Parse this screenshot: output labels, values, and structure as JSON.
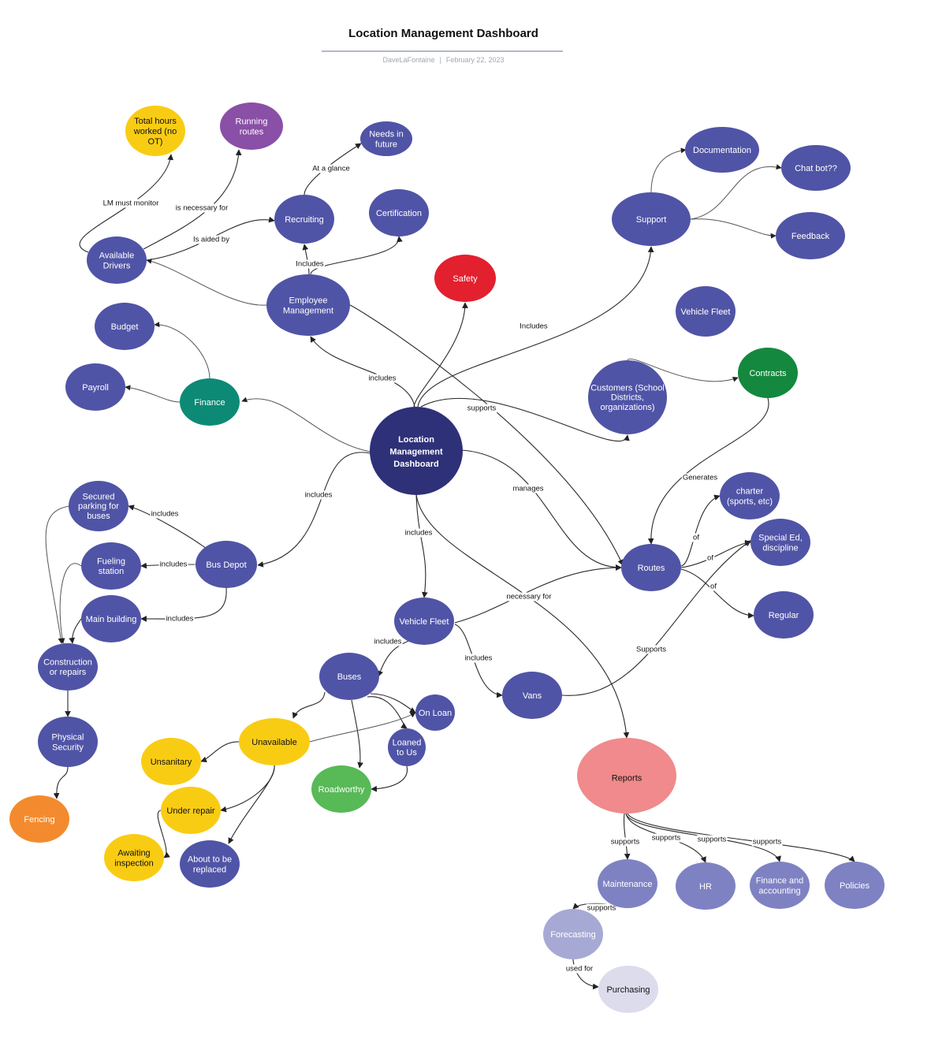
{
  "header": {
    "title": "Location Management Dashboard",
    "author": "DaveLaFontaine",
    "separator": "|",
    "date": "February 22, 2023"
  },
  "colors": {
    "indigo": "#5054a6",
    "navy": "#2e3178",
    "purple": "#8a4fa6",
    "yellow": "#f9cc14",
    "red": "#e3202e",
    "green_dark": "#14883e",
    "green_light": "#58b957",
    "teal": "#0c8a76",
    "orange": "#f38b2e",
    "pink": "#f08a8c",
    "lavender": "#7f82c2",
    "lavender_light": "#a7a9d5",
    "lavender_pale": "#dcdced"
  },
  "nodes": [
    {
      "id": "lmd",
      "label": "Location Management Dashboard",
      "color": "navy"
    },
    {
      "id": "total_hours",
      "label": "Total hours worked (no OT)",
      "color": "yellow"
    },
    {
      "id": "running_routes",
      "label": "Running routes",
      "color": "purple"
    },
    {
      "id": "needs_future",
      "label": "Needs in future",
      "color": "indigo"
    },
    {
      "id": "recruiting",
      "label": "Recruiting",
      "color": "indigo"
    },
    {
      "id": "certification",
      "label": "Certification",
      "color": "indigo"
    },
    {
      "id": "available_drivers",
      "label": "Available Drivers",
      "color": "indigo"
    },
    {
      "id": "employee_mgmt",
      "label": "Employee Management",
      "color": "indigo"
    },
    {
      "id": "safety",
      "label": "Safety",
      "color": "red"
    },
    {
      "id": "budget",
      "label": "Budget",
      "color": "indigo"
    },
    {
      "id": "payroll",
      "label": "Payroll",
      "color": "indigo"
    },
    {
      "id": "finance",
      "label": "Finance",
      "color": "teal"
    },
    {
      "id": "documentation",
      "label": "Documentation",
      "color": "indigo"
    },
    {
      "id": "chatbot",
      "label": "Chat bot??",
      "color": "indigo"
    },
    {
      "id": "support",
      "label": "Support",
      "color": "indigo"
    },
    {
      "id": "feedback",
      "label": "Feedback",
      "color": "indigo"
    },
    {
      "id": "vehicle_fleet_top",
      "label": "Vehicle Fleet",
      "color": "indigo"
    },
    {
      "id": "customers",
      "label": "Customers (School Districts, organizations)",
      "color": "indigo"
    },
    {
      "id": "contracts",
      "label": "Contracts",
      "color": "green_dark"
    },
    {
      "id": "charter",
      "label": "charter (sports, etc)",
      "color": "indigo"
    },
    {
      "id": "special_ed",
      "label": "Special Ed, discipline",
      "color": "indigo"
    },
    {
      "id": "routes",
      "label": "Routes",
      "color": "indigo"
    },
    {
      "id": "regular",
      "label": "Regular",
      "color": "indigo"
    },
    {
      "id": "secured_parking",
      "label": "Secured parking for buses",
      "color": "indigo"
    },
    {
      "id": "bus_depot",
      "label": "Bus Depot",
      "color": "indigo"
    },
    {
      "id": "fueling",
      "label": "Fueling station",
      "color": "indigo"
    },
    {
      "id": "main_building",
      "label": "Main building",
      "color": "indigo"
    },
    {
      "id": "construction",
      "label": "Construction or repairs",
      "color": "indigo"
    },
    {
      "id": "physical_security",
      "label": "Physical Security",
      "color": "indigo"
    },
    {
      "id": "fencing",
      "label": "Fencing",
      "color": "orange"
    },
    {
      "id": "vehicle_fleet",
      "label": "Vehicle Fleet",
      "color": "indigo"
    },
    {
      "id": "buses",
      "label": "Buses",
      "color": "indigo"
    },
    {
      "id": "vans",
      "label": "Vans",
      "color": "indigo"
    },
    {
      "id": "on_loan",
      "label": "On Loan",
      "color": "indigo"
    },
    {
      "id": "loaned_to_us",
      "label": "Loaned to Us",
      "color": "indigo"
    },
    {
      "id": "unavailable",
      "label": "Unavailable",
      "color": "yellow"
    },
    {
      "id": "unsanitary",
      "label": "Unsanitary",
      "color": "yellow"
    },
    {
      "id": "roadworthy",
      "label": "Roadworthy",
      "color": "green_light"
    },
    {
      "id": "under_repair",
      "label": "Under repair",
      "color": "yellow"
    },
    {
      "id": "awaiting_inspection",
      "label": "Awaiting inspection",
      "color": "yellow"
    },
    {
      "id": "about_replaced",
      "label": "About to be replaced",
      "color": "indigo"
    },
    {
      "id": "reports",
      "label": "Reports",
      "color": "pink"
    },
    {
      "id": "maintenance",
      "label": "Maintenance",
      "color": "lavender"
    },
    {
      "id": "hr",
      "label": "HR",
      "color": "lavender"
    },
    {
      "id": "finance_accounting",
      "label": "Finance and accounting",
      "color": "lavender"
    },
    {
      "id": "policies",
      "label": "Policies",
      "color": "lavender"
    },
    {
      "id": "forecasting",
      "label": "Forecasting",
      "color": "lavender_light"
    },
    {
      "id": "purchasing",
      "label": "Purchasing",
      "color": "lavender_pale"
    }
  ],
  "edges": [
    {
      "id": "lmd_safety",
      "from": "lmd",
      "to": "safety",
      "label": ""
    },
    {
      "id": "lmd_employee",
      "from": "lmd",
      "to": "employee_mgmt",
      "label": "includes"
    },
    {
      "id": "lmd_support",
      "from": "lmd",
      "to": "support",
      "label": "Includes"
    },
    {
      "id": "lmd_customers",
      "from": "lmd",
      "to": "customers",
      "label": ""
    },
    {
      "id": "lmd_finance",
      "from": "lmd",
      "to": "finance",
      "label": ""
    },
    {
      "id": "lmd_busdepot",
      "from": "lmd",
      "to": "bus_depot",
      "label": "includes"
    },
    {
      "id": "lmd_vehiclefleet",
      "from": "lmd",
      "to": "vehicle_fleet",
      "label": "includes"
    },
    {
      "id": "lmd_routes",
      "from": "lmd",
      "to": "routes",
      "label": "manages"
    },
    {
      "id": "lmd_reports",
      "from": "lmd",
      "to": "reports",
      "label": ""
    },
    {
      "id": "employee_routes",
      "from": "employee_mgmt",
      "to": "routes",
      "label": "supports"
    },
    {
      "id": "employee_recruiting",
      "from": "employee_mgmt",
      "to": "recruiting",
      "label": "Includes"
    },
    {
      "id": "employee_certification",
      "from": "employee_mgmt",
      "to": "certification",
      "label": ""
    },
    {
      "id": "employee_drivers",
      "from": "employee_mgmt",
      "to": "available_drivers",
      "label": ""
    },
    {
      "id": "recruiting_needs",
      "from": "recruiting",
      "to": "needs_future",
      "label": "At a glance"
    },
    {
      "id": "drivers_recruiting",
      "from": "available_drivers",
      "to": "recruiting",
      "label": "Is aided by"
    },
    {
      "id": "drivers_running",
      "from": "available_drivers",
      "to": "running_routes",
      "label": "is necessary for"
    },
    {
      "id": "drivers_hours",
      "from": "available_drivers",
      "to": "total_hours",
      "label": "LM must monitor"
    },
    {
      "id": "finance_budget",
      "from": "finance",
      "to": "budget",
      "label": ""
    },
    {
      "id": "finance_payroll",
      "from": "finance",
      "to": "payroll",
      "label": ""
    },
    {
      "id": "support_docs",
      "from": "support",
      "to": "documentation",
      "label": ""
    },
    {
      "id": "support_chatbot",
      "from": "support",
      "to": "chatbot",
      "label": ""
    },
    {
      "id": "support_feedback",
      "from": "support",
      "to": "feedback",
      "label": ""
    },
    {
      "id": "customers_contracts",
      "from": "customers",
      "to": "contracts",
      "label": ""
    },
    {
      "id": "contracts_routes",
      "from": "contracts",
      "to": "routes",
      "label": "Generates"
    },
    {
      "id": "routes_charter",
      "from": "routes",
      "to": "charter",
      "label": "of"
    },
    {
      "id": "routes_special",
      "from": "routes",
      "to": "special_ed",
      "label": "of"
    },
    {
      "id": "routes_regular",
      "from": "routes",
      "to": "regular",
      "label": "of"
    },
    {
      "id": "depot_parking",
      "from": "bus_depot",
      "to": "secured_parking",
      "label": "includes"
    },
    {
      "id": "depot_fueling",
      "from": "bus_depot",
      "to": "fueling",
      "label": "includes"
    },
    {
      "id": "depot_main",
      "from": "bus_depot",
      "to": "main_building",
      "label": "includes"
    },
    {
      "id": "parking_construction",
      "from": "secured_parking",
      "to": "construction",
      "label": ""
    },
    {
      "id": "fueling_construction",
      "from": "fueling",
      "to": "construction",
      "label": ""
    },
    {
      "id": "main_construction",
      "from": "main_building",
      "to": "construction",
      "label": ""
    },
    {
      "id": "construction_security",
      "from": "construction",
      "to": "physical_security",
      "label": ""
    },
    {
      "id": "security_fencing",
      "from": "physical_security",
      "to": "fencing",
      "label": ""
    },
    {
      "id": "fleet_routes",
      "from": "vehicle_fleet",
      "to": "routes",
      "label": "necessary for"
    },
    {
      "id": "fleet_buses",
      "from": "vehicle_fleet",
      "to": "buses",
      "label": "includes"
    },
    {
      "id": "fleet_vans",
      "from": "vehicle_fleet",
      "to": "vans",
      "label": "includes"
    },
    {
      "id": "vans_special",
      "from": "vans",
      "to": "special_ed",
      "label": "Supports"
    },
    {
      "id": "buses_onloan",
      "from": "buses",
      "to": "on_loan",
      "label": ""
    },
    {
      "id": "buses_loaned",
      "from": "buses",
      "to": "loaned_to_us",
      "label": ""
    },
    {
      "id": "buses_roadworthy",
      "from": "buses",
      "to": "roadworthy",
      "label": ""
    },
    {
      "id": "buses_unavailable",
      "from": "buses",
      "to": "unavailable",
      "label": ""
    },
    {
      "id": "loaned_roadworthy",
      "from": "loaned_to_us",
      "to": "roadworthy",
      "label": ""
    },
    {
      "id": "unavailable_onloan",
      "from": "unavailable",
      "to": "on_loan",
      "label": ""
    },
    {
      "id": "unavailable_unsanitary",
      "from": "unavailable",
      "to": "unsanitary",
      "label": ""
    },
    {
      "id": "unavailable_underrepair",
      "from": "unavailable",
      "to": "under_repair",
      "label": ""
    },
    {
      "id": "unavailable_replaced",
      "from": "unavailable",
      "to": "about_replaced",
      "label": ""
    },
    {
      "id": "underrepair_awaiting",
      "from": "under_repair",
      "to": "awaiting_inspection",
      "label": ""
    },
    {
      "id": "reports_maintenance",
      "from": "reports",
      "to": "maintenance",
      "label": "supports"
    },
    {
      "id": "reports_hr",
      "from": "reports",
      "to": "hr",
      "label": "supports"
    },
    {
      "id": "reports_finance",
      "from": "reports",
      "to": "finance_accounting",
      "label": "supports"
    },
    {
      "id": "reports_policies",
      "from": "reports",
      "to": "policies",
      "label": "supports"
    },
    {
      "id": "maintenance_forecasting",
      "from": "maintenance",
      "to": "forecasting",
      "label": "supports"
    },
    {
      "id": "forecasting_purchasing",
      "from": "forecasting",
      "to": "purchasing",
      "label": "used for"
    }
  ]
}
